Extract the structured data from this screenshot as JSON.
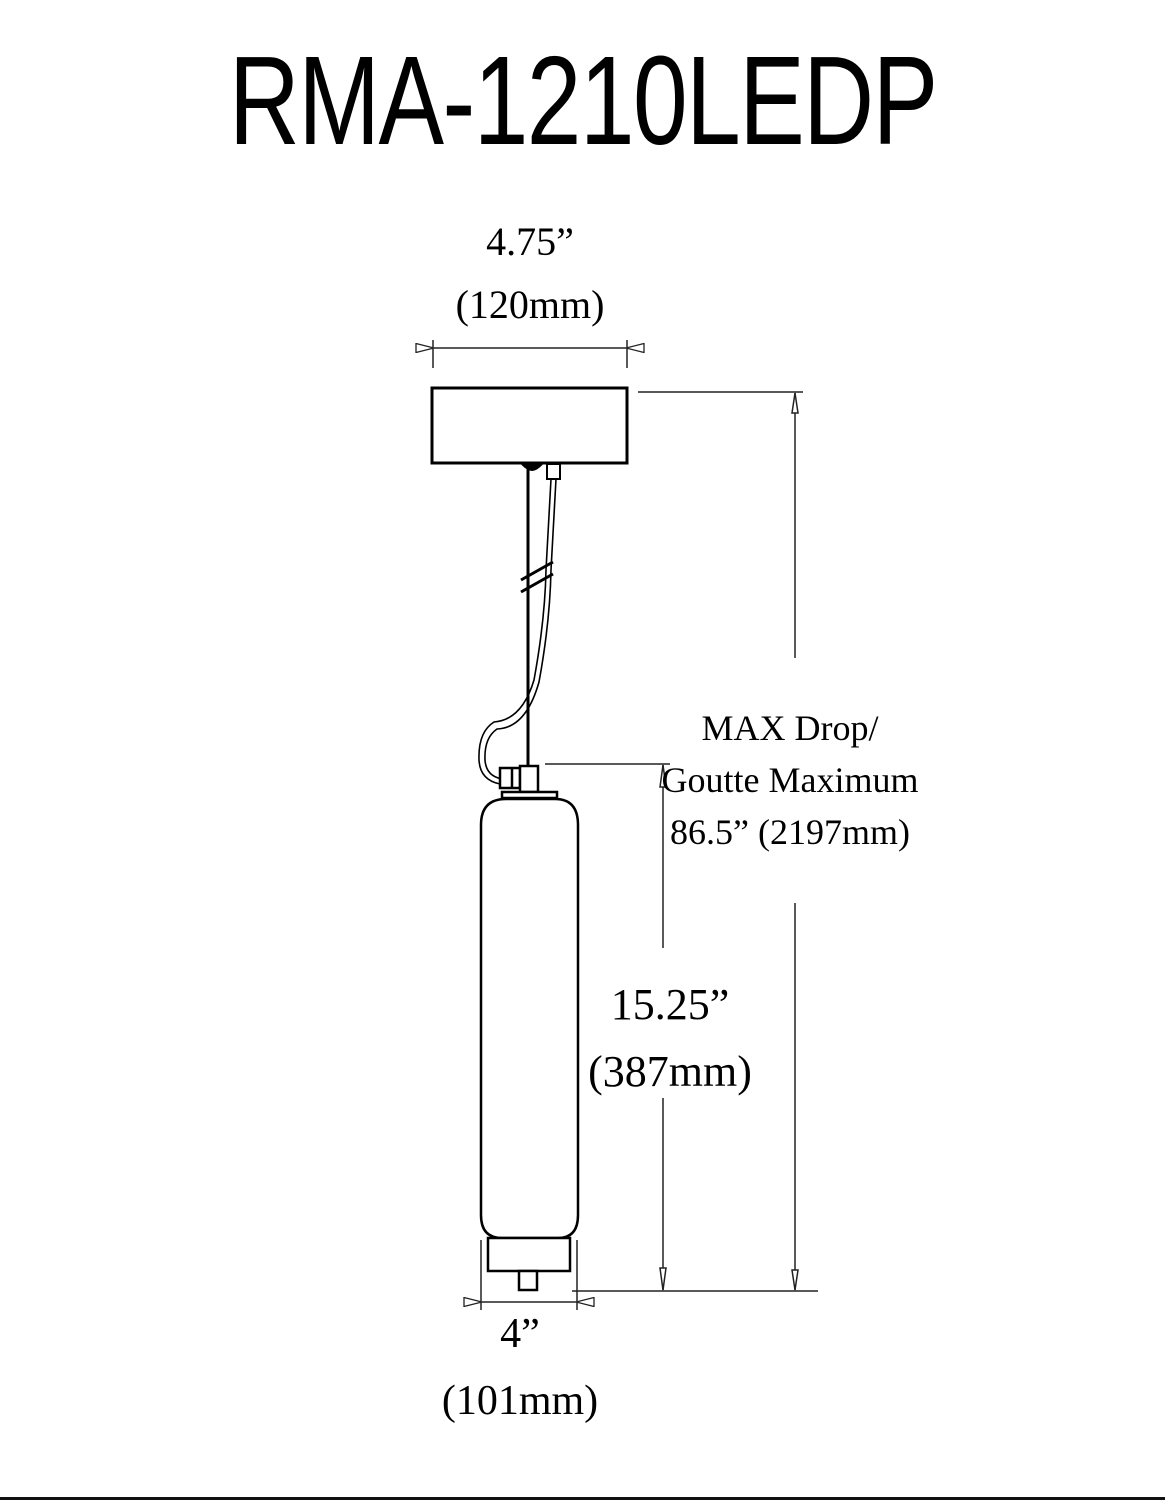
{
  "title": "RMA-1210LEDP",
  "dimensions": {
    "canopy_width": {
      "imperial": "4.75”",
      "metric": "(120mm)"
    },
    "max_drop": {
      "line1": "MAX Drop/",
      "line2": "Goutte Maximum",
      "line3": "86.5” (2197mm)"
    },
    "fixture_length": {
      "imperial": "15.25”",
      "metric": "(387mm)"
    },
    "fixture_diameter": {
      "imperial": "4”",
      "metric": "(101mm)"
    }
  },
  "colors": {
    "line": "#000000",
    "dim_line": "#333333",
    "background": "#ffffff"
  }
}
